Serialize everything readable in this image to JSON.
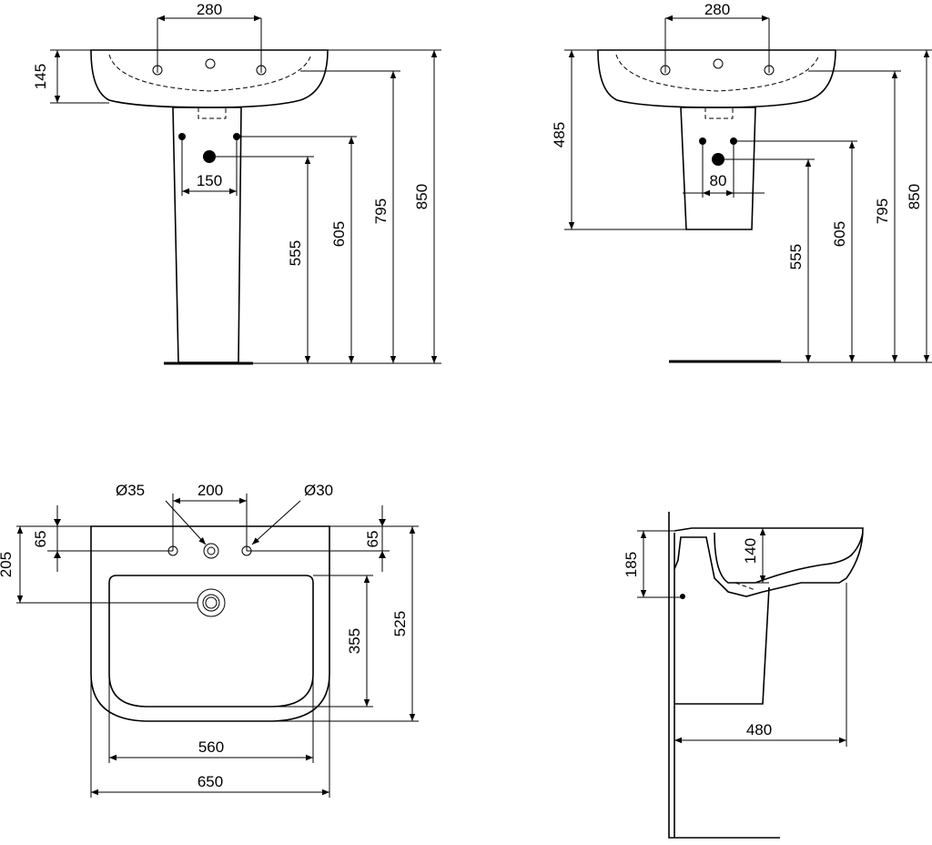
{
  "front_pedestal": {
    "tap_spacing": "280",
    "basin_height": "145",
    "waste_spacing": "150",
    "h_555": "555",
    "h_605": "605",
    "h_795": "795",
    "h_850": "850"
  },
  "front_semi_pedestal": {
    "tap_spacing": "280",
    "pedestal_bottom": "485",
    "waste_spacing": "80",
    "h_555": "555",
    "h_605": "605",
    "h_795": "795",
    "h_850": "850"
  },
  "top_view": {
    "dia_35": "Ø35",
    "hole_spacing": "200",
    "dia_30": "Ø30",
    "edge_65_left": "65",
    "edge_65_right": "65",
    "depth_205": "205",
    "bowl_depth": "355",
    "overall_depth": "525",
    "bowl_width": "560",
    "overall_width": "650"
  },
  "side_view": {
    "height_185": "185",
    "height_140": "140",
    "projection": "480"
  }
}
